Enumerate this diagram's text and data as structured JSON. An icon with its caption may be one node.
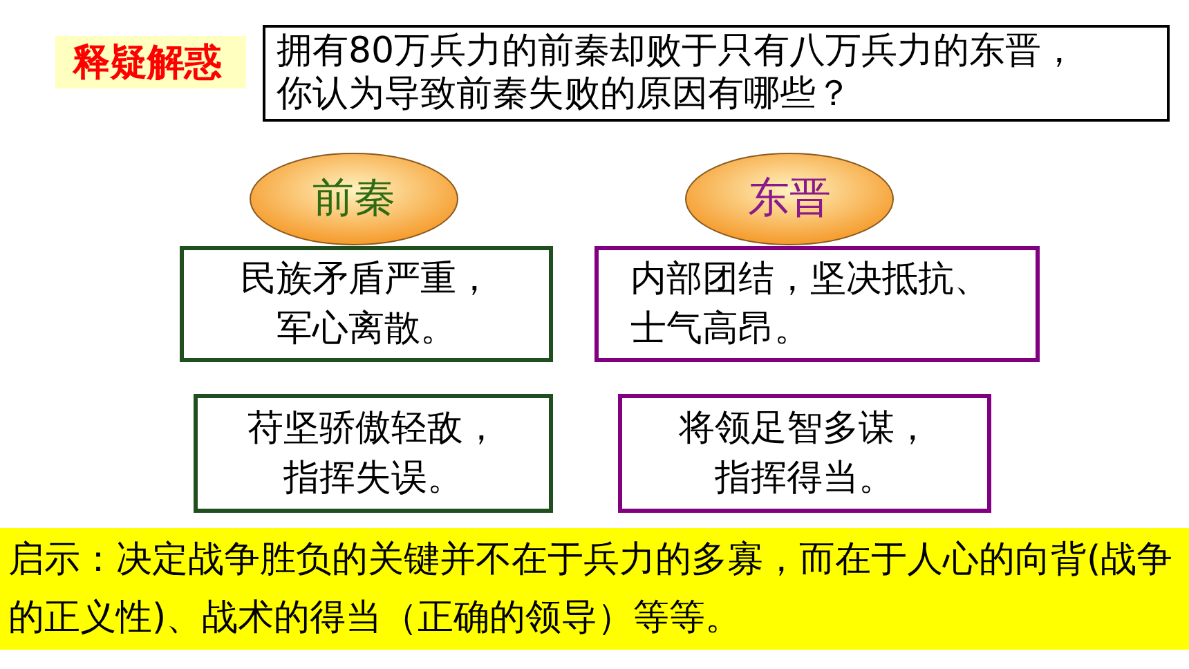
{
  "diagram": {
    "nodes": [
      {
        "text": [
          "释疑解惑"
        ]
      },
      {
        "text": [
          "拥有80万兵力的前秦却败于只有八万兵力的东晋，你认为导致前秦失败的原因有哪些？"
        ]
      },
      {
        "text": [
          "前秦"
        ]
      },
      {
        "text": [
          "东晋"
        ]
      },
      {
        "text": [
          "民族矛盾严重，军心离散。"
        ]
      },
      {
        "text": [
          "内部团结，坚决抵抗、士气高昂。"
        ]
      },
      {
        "text": [
          "苻坚骄傲轻敌，指挥失误。"
        ]
      },
      {
        "text": [
          "将领足智多谋，指挥得当。"
        ]
      },
      {
        "text": [
          "启示：决定战争胜负的关键并不在于兵力的多寡，而在于人心的向背(战争的正义性)、战术的得当（正确的领导）等等。"
        ]
      }
    ],
    "edges": []
  }
}
